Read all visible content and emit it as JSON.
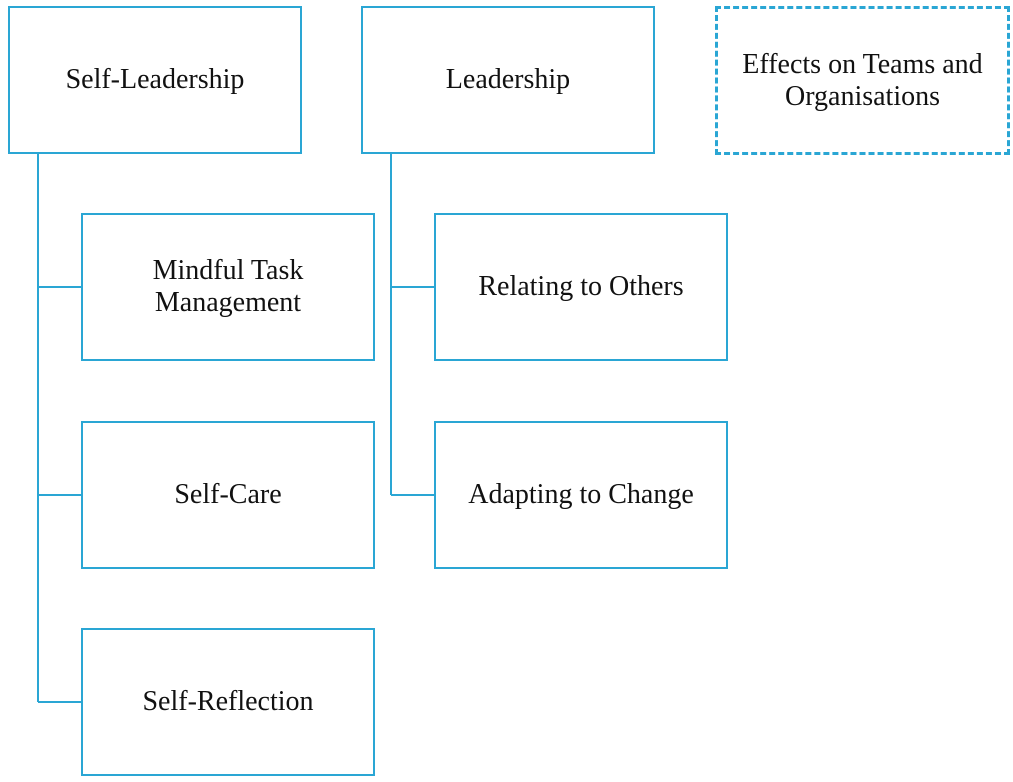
{
  "diagram": {
    "line_color": "#2aa6d4",
    "columns": [
      {
        "title": "Self-Leadership",
        "children": [
          "Mindful Task Management",
          "Self-Care",
          "Self-Reflection"
        ]
      },
      {
        "title": "Leadership",
        "children": [
          "Relating to Others",
          "Adapting to Change"
        ]
      },
      {
        "title": "Effects on Teams and Organisations",
        "children": []
      }
    ]
  }
}
